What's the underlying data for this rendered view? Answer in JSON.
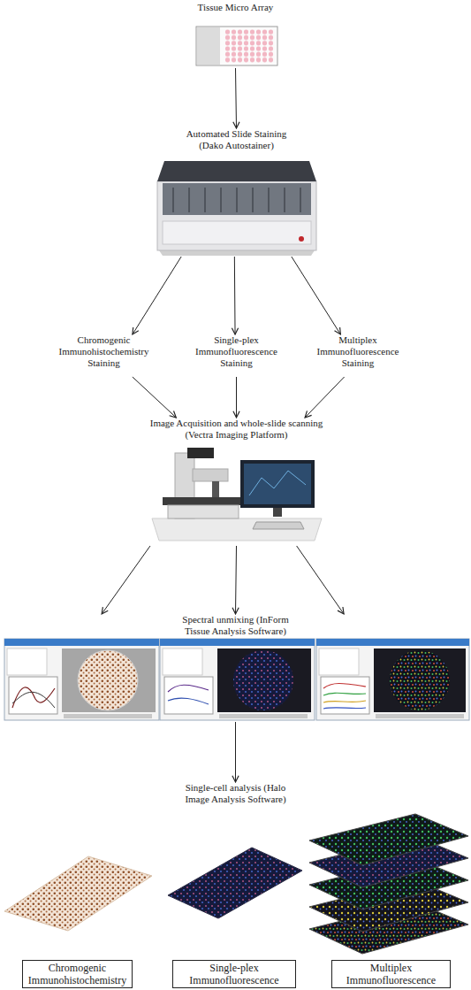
{
  "diagram": {
    "nodes": [
      {
        "text": [
          "Tissue Micro Array"
        ]
      },
      {
        "text": [
          "Automated Slide Staining (Dako Autostainer)"
        ]
      },
      {
        "text": [
          "Chromogenic Immunohistochemistry Staining"
        ]
      },
      {
        "text": [
          "Single-plex Immunofluorescence Staining"
        ]
      },
      {
        "text": [
          "Multiplex Immunofluorescence Staining"
        ]
      },
      {
        "text": [
          "Image Acquisition and whole-slide scanning (Vectra Imaging Platform)"
        ]
      },
      {
        "text": [
          "Spectral unmixing (InForm Tissue Analysis Software)"
        ]
      },
      {
        "text": [
          "Single-cell analysis (Halo Image Analysis Software)"
        ]
      },
      {
        "text": [
          "Chromogenic Immunohistochemistry"
        ]
      },
      {
        "text": [
          "Single-plex Immunofluorescence"
        ]
      },
      {
        "text": [
          "Multiplex Immunofluorescence"
        ]
      }
    ],
    "edges": [
      {
        "from": 0,
        "to": 1,
        "arrow": "to"
      },
      {
        "from": 1,
        "to": 2,
        "arrow": "to"
      },
      {
        "from": 1,
        "to": 3,
        "arrow": "to"
      },
      {
        "from": 1,
        "to": 4,
        "arrow": "to"
      },
      {
        "from": 2,
        "to": 5,
        "arrow": "to"
      },
      {
        "from": 3,
        "to": 5,
        "arrow": "to"
      },
      {
        "from": 4,
        "to": 5,
        "arrow": "to"
      },
      {
        "from": 5,
        "to": 6,
        "arrow": "to"
      },
      {
        "from": 5,
        "to": 6,
        "arrow": "to"
      },
      {
        "from": 5,
        "to": 6,
        "arrow": "to"
      },
      {
        "from": 6,
        "to": 7,
        "arrow": "to"
      }
    ]
  }
}
